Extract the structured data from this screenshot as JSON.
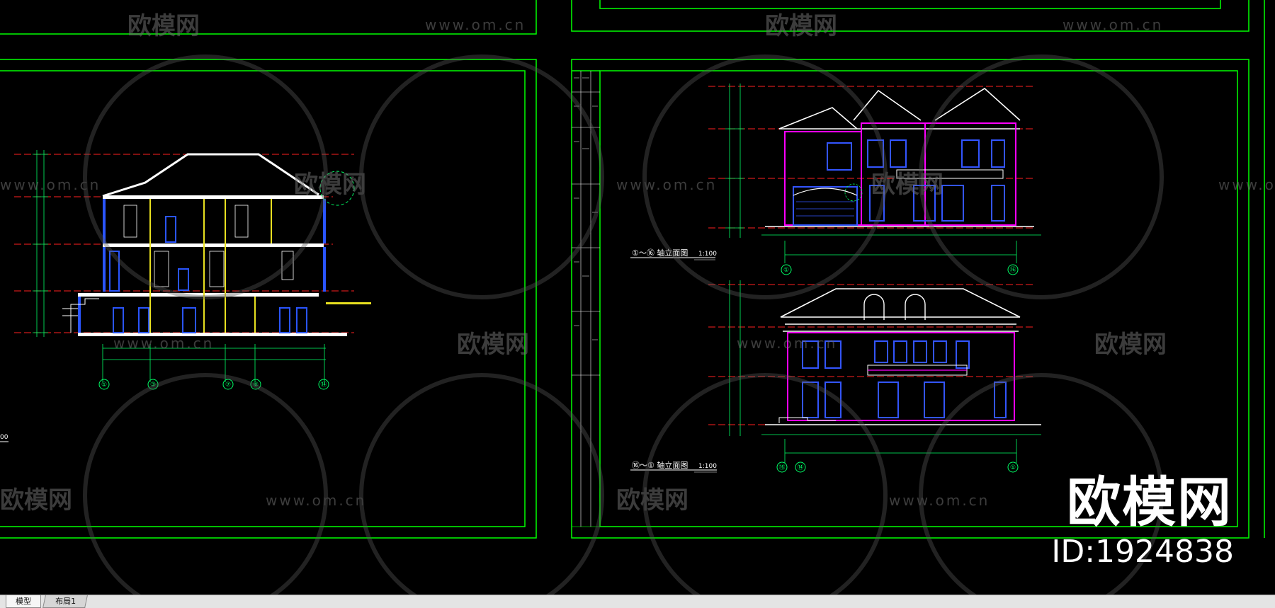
{
  "drawing": {
    "elevation_front_title": "①～⑯ 轴立面图",
    "elevation_front_scale": "1:100",
    "elevation_back_title": "⑯～① 轴立面图",
    "elevation_back_scale": "1:100",
    "section_scale_fragment": "00",
    "section_axis_labels": [
      "①",
      "③",
      "⑦",
      "⑧",
      "⑭"
    ],
    "front_axis_labels": [
      "①",
      "⑯"
    ],
    "back_axis_labels": [
      "⑯",
      "⑭",
      "①"
    ]
  },
  "watermark": {
    "logo_text": "欧模网",
    "url_com": "www.om.cn",
    "url_cn": "www.om.cn",
    "big_text": "欧模网",
    "id_text": "ID:1924838"
  },
  "tabs": [
    {
      "label": "模型",
      "active": true
    },
    {
      "label": "布局1",
      "active": false
    }
  ],
  "colors": {
    "background": "#000000",
    "frame": "#00ff00",
    "wall": "#ff00ff",
    "window": "#3355ff",
    "roof": "#ffffff",
    "dim": "#00ff66",
    "datum": "#ff2020",
    "text": "#ffffff",
    "tabbar": "#e4e4e4"
  }
}
